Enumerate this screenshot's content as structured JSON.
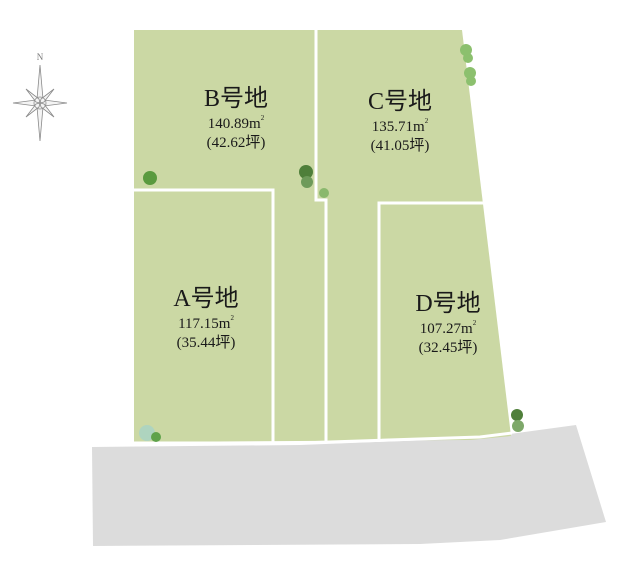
{
  "compass": {
    "label": "N"
  },
  "lots": [
    {
      "id": "B",
      "name": "B号地",
      "area_m2": "140.89",
      "unit": "m",
      "sup": "2",
      "tsubo": "(42.62坪)"
    },
    {
      "id": "C",
      "name": "C号地",
      "area_m2": "135.71",
      "unit": "m",
      "sup": "2",
      "tsubo": "(41.05坪)"
    },
    {
      "id": "A",
      "name": "A号地",
      "area_m2": "117.15",
      "unit": "m",
      "sup": "2",
      "tsubo": "(35.44坪)"
    },
    {
      "id": "D",
      "name": "D号地",
      "area_m2": "107.27",
      "unit": "m",
      "sup": "2",
      "tsubo": "(32.45坪)"
    }
  ],
  "colors": {
    "lot_fill": "#cbd8a4",
    "boundary": "#ffffff",
    "road_fill": "#dcdcdc",
    "tree_dark": "#4f7f3a",
    "tree_light": "#7db064",
    "tree_bluish": "#a9d3c4",
    "compass_stroke": "#8a8a8a"
  }
}
